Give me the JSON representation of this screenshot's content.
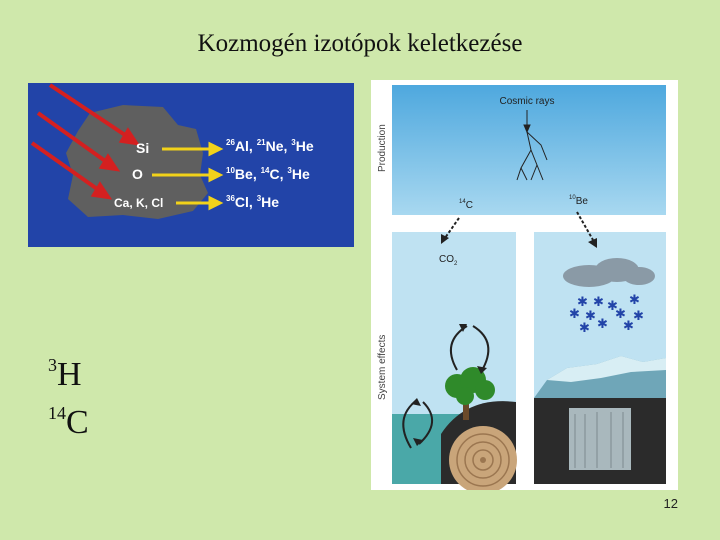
{
  "title": "Kozmogén izotópok keletkezése",
  "slide_number": "12",
  "isotopes": [
    {
      "mass": "3",
      "symbol": "H"
    },
    {
      "mass": "14",
      "symbol": "C"
    }
  ],
  "left_figure": {
    "targets": [
      "Si",
      "O",
      "Ca, K, Cl"
    ],
    "products": [
      [
        {
          "m": "26",
          "s": "Al"
        },
        {
          "m": "21",
          "s": "Ne"
        },
        {
          "m": "3",
          "s": "He"
        }
      ],
      [
        {
          "m": "10",
          "s": "Be"
        },
        {
          "m": "14",
          "s": "C"
        },
        {
          "m": "3",
          "s": "He"
        }
      ],
      [
        {
          "m": "36",
          "s": "Cl"
        },
        {
          "m": "3",
          "s": "He"
        }
      ]
    ],
    "colors": {
      "background": "#2244a8",
      "rock": "#5f5f5f",
      "arrow_red": "#d42020",
      "arrow_yellow": "#f2d21a",
      "text": "#ffffff"
    }
  },
  "right_figure": {
    "side_label_top": "Production",
    "side_label_bottom": "System effects",
    "cosmic_rays": "Cosmic rays",
    "c14": {
      "m": "14",
      "s": "C"
    },
    "be10": {
      "m": "10",
      "s": "Be"
    },
    "co2": {
      "base": "CO",
      "sub": "2"
    },
    "colors": {
      "sky": "#7ec3e8",
      "sky_top": "#5aaee0",
      "ground": "#2b2b2b",
      "water": "#4aa8a8"
    }
  }
}
